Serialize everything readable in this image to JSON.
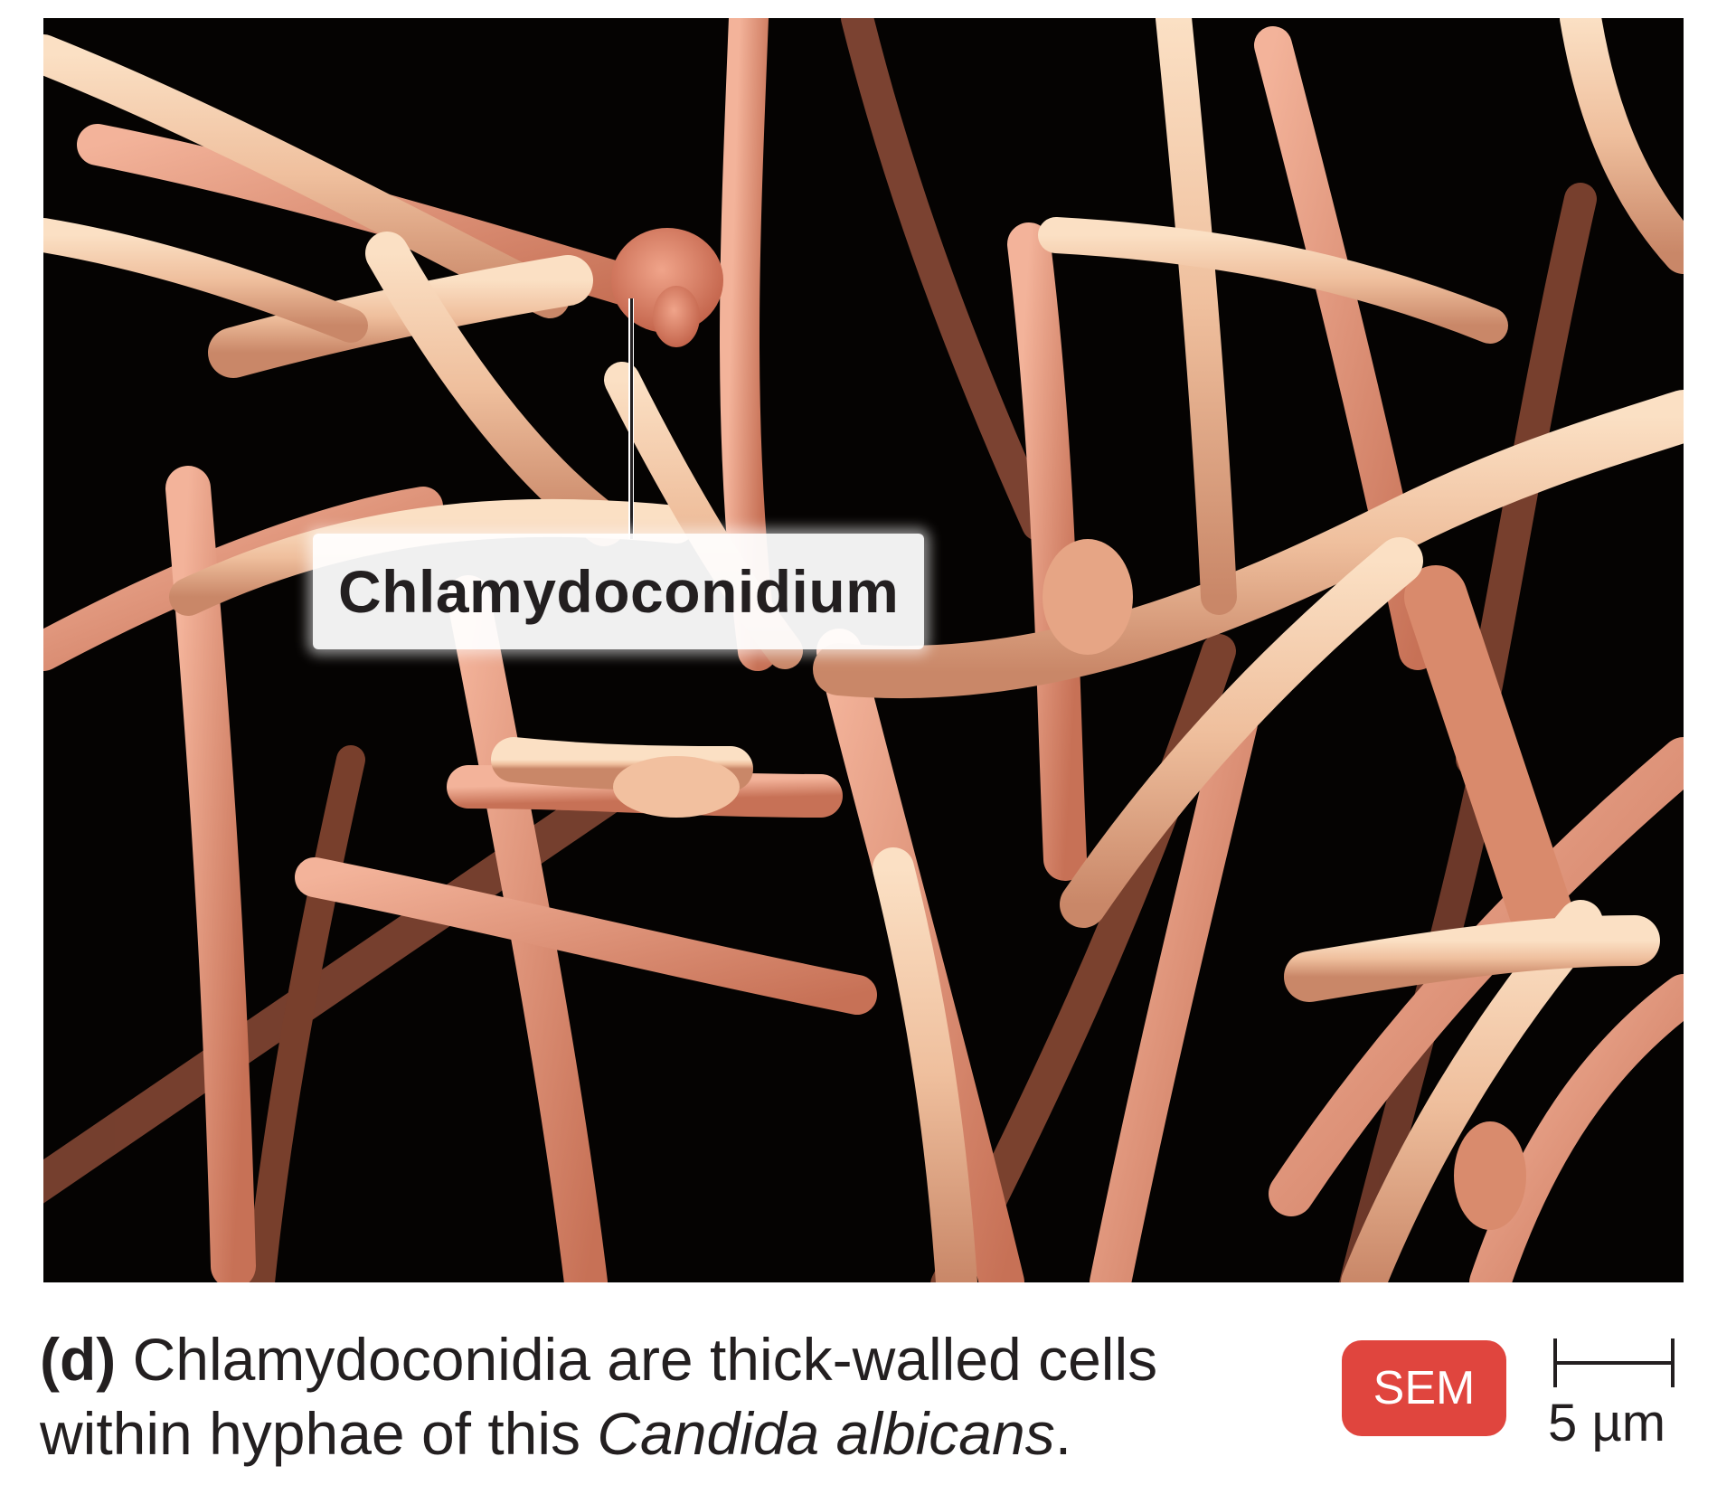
{
  "figure": {
    "label": "Chlamydoconidium",
    "caption": {
      "part": "(d)",
      "text_before": "Chlamydoconidia are thick-walled cells within hyphae of this",
      "species": "Candida albicans",
      "text_after": "."
    },
    "badge": "SEM",
    "scale": "5 µm"
  },
  "colors": {
    "background": "#050302",
    "hypha_light": "#f3c7a4",
    "hypha_mid": "#e39a7c",
    "hypha_dark": "#b7684d",
    "badge": "#e0453e"
  }
}
